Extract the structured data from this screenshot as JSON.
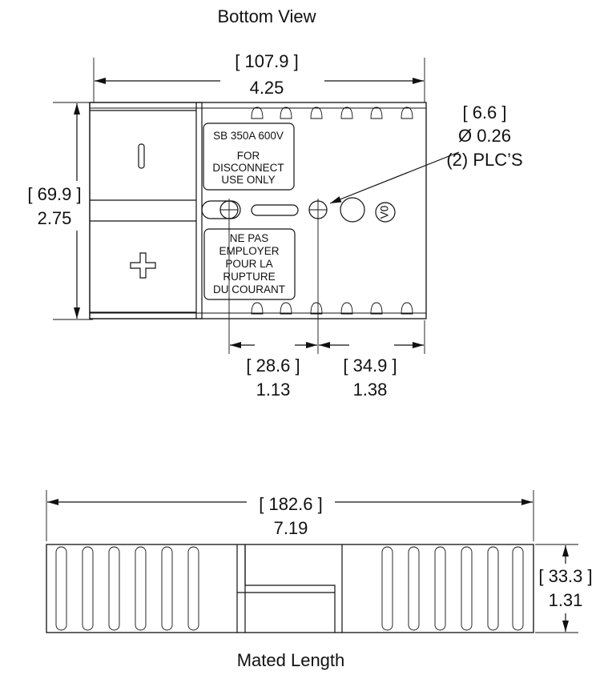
{
  "views": {
    "bottom_title": "Bottom View",
    "mated_title": "Mated Length"
  },
  "dimensions": {
    "overall_width": {
      "mm": "[ 107.9 ]",
      "in": "4.25"
    },
    "height": {
      "mm": "[ 69.9 ]",
      "in": "2.75"
    },
    "hole": {
      "mm": "[ 6.6 ]",
      "dia": "Ø 0.26",
      "qty": "(2) PLC’S"
    },
    "hole_offset_1": {
      "mm": "[ 28.6 ]",
      "in": "1.13"
    },
    "hole_offset_2": {
      "mm": "[ 34.9 ]",
      "in": "1.38"
    },
    "mated_length": {
      "mm": "[ 182.6 ]",
      "in": "7.19"
    },
    "mated_height": {
      "mm": "[ 33.3 ]",
      "in": "1.31"
    }
  },
  "labels": {
    "upper_box": [
      "SB  350A 600V",
      "FOR",
      "DISCONNECT",
      "USE ONLY"
    ],
    "lower_box": [
      "NE PAS",
      "EMPLOYER",
      "POUR LA",
      "RUPTURE",
      "DU COURANT"
    ],
    "negative_symbol": "|",
    "positive_symbol": "+",
    "version_mark": "V0"
  }
}
